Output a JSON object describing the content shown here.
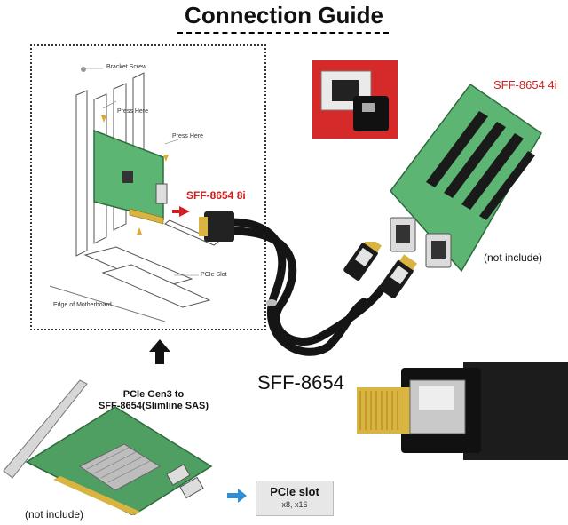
{
  "title": "Connection Guide",
  "diagram": {
    "bracket_screw": "Bracket Screw",
    "press_here_1": "Press Here",
    "press_here_2": "Press Here",
    "pcie_slot_label": "PCIe Slot",
    "motherboard_label": "Edge of Motherboard"
  },
  "labels": {
    "sff_8i": "SFF-8654 8i",
    "sff_4i": "SFF-8654 4i",
    "cable": "SFF-8654",
    "not_include_right": "(not include)",
    "not_include_left": "(not include)",
    "card_caption_line1": "PCIe Gen3 to",
    "card_caption_line2": "SFF-8654(Slimline SAS)",
    "pcie_badge_line1": "PCIe slot",
    "pcie_badge_line2": "x8, x16"
  },
  "colors": {
    "accent_red": "#d32020",
    "pcb_green": "#5db574",
    "dark_green": "#2f6b3d",
    "cable_black": "#151515",
    "arrow_blue": "#2d8fd8"
  },
  "icons": [
    "up-arrow-icon",
    "right-arrow-icon",
    "red-arrow-icon"
  ]
}
